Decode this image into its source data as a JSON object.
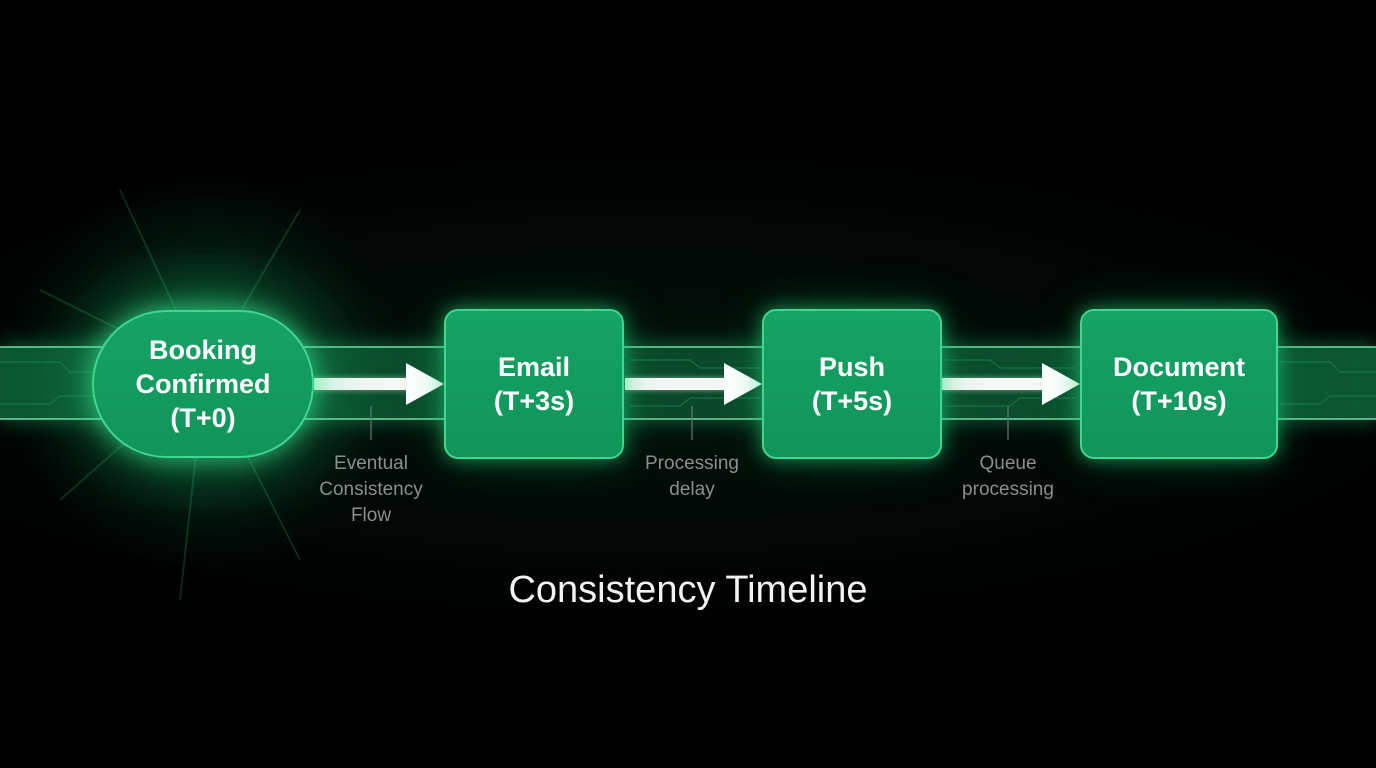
{
  "title": "Consistency Timeline",
  "nodes": [
    {
      "id": "booking",
      "label": "Booking\nConfirmed\n(T+0)"
    },
    {
      "id": "email",
      "label": "Email\n(T+3s)"
    },
    {
      "id": "push",
      "label": "Push\n(T+5s)"
    },
    {
      "id": "document",
      "label": "Document\n(T+10s)"
    }
  ],
  "connectors": [
    {
      "label": "Eventual\nConsistency\nFlow"
    },
    {
      "label": "Processing\ndelay"
    },
    {
      "label": "Queue\nprocessing"
    }
  ],
  "colors": {
    "background": "#000000",
    "node_fill": "#149c5f",
    "node_border": "#3fd68f",
    "glow": "#2ee28a",
    "arrow": "#ffffff",
    "connector_label": "#8a8f8c",
    "title": "#f2f2f2"
  }
}
